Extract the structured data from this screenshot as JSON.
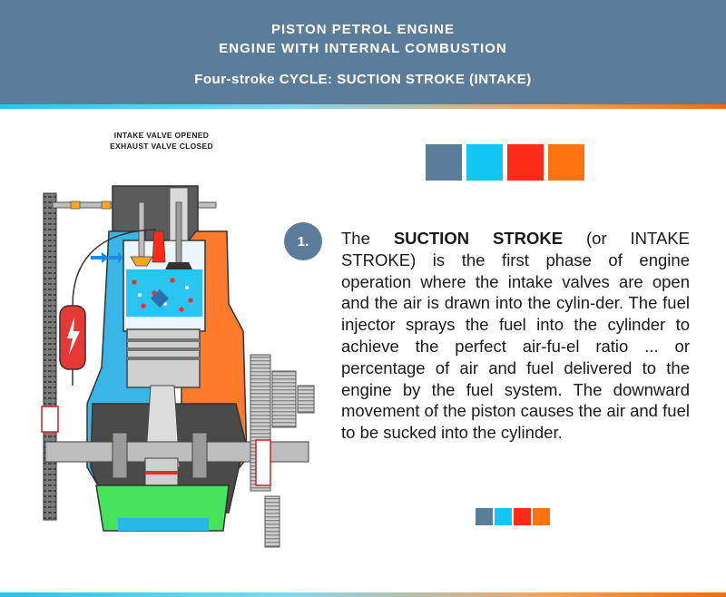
{
  "header": {
    "title_line1": "PISTON PETROL ENGINE",
    "title_line2": "ENGINE WITH INTERNAL COMBUSTION",
    "cycle_prefix": "Four-stroke  CYCLE:",
    "cycle_stage": "SUCTION STROKE (INTAKE)"
  },
  "valve_state": {
    "intake": "INTAKE VALVE OPENED",
    "exhaust": "EXHAUST VALVE CLOSED"
  },
  "swatch_colors": [
    "#5b7d9a",
    "#12c6f4",
    "#ff2a17",
    "#ff7210"
  ],
  "step": {
    "number": "1.",
    "text_before": "The ",
    "emphasis": "SUCTION STROKE",
    "text_after": " (or INTAKE STROKE) is the first phase of engine operation where the intake valves are open and the air is drawn into the cylin-der. The fuel injector sprays the fuel into the cylinder to achieve the perfect air-fu-el ratio ... or percentage of air and fuel delivered to the engine by the fuel system. The downward movement of the piston causes the air and fuel to be sucked into the cylinder."
  },
  "icons": {
    "spark": "lightning-bolt",
    "flow": "blue-arrows"
  }
}
